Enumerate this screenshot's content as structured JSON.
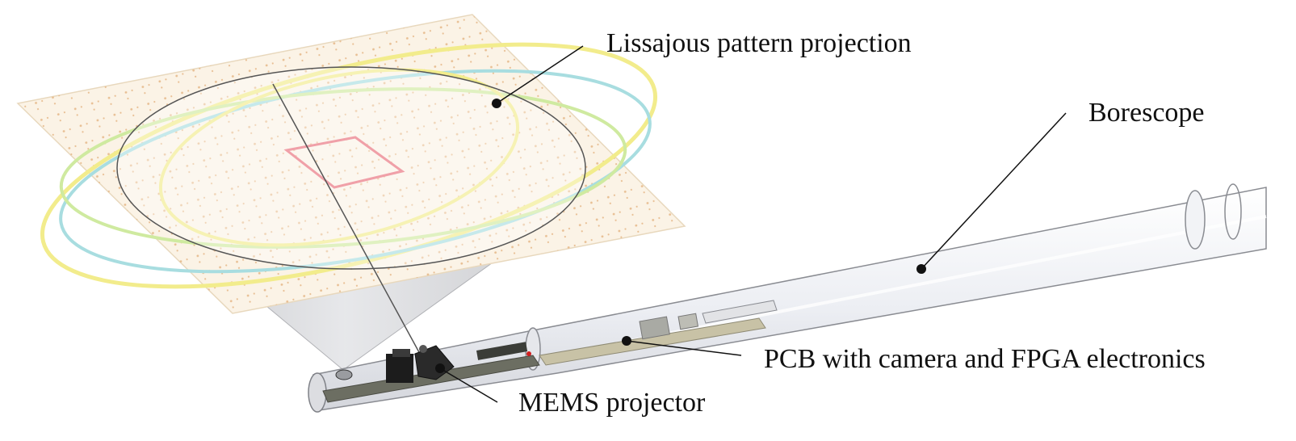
{
  "labels": {
    "lissajous": "Lissajous pattern projection",
    "borescope": "Borescope",
    "pcb": "PCB with camera and FPGA electronics",
    "mems": "MEMS projector"
  },
  "colors": {
    "tube_fill": "#eef0f4",
    "tube_stroke": "#8a8c92",
    "plane_fill": "#fbf3e6",
    "grid_dots": "#e6b98a",
    "ellipse_yellow": "#f2ec8c",
    "ellipse_cyan": "#a8dde0",
    "ellipse_green": "#cfeaa0",
    "roi_rect": "#f0a0a8",
    "cone_fill": "#d9dadd",
    "leader": "#111111"
  }
}
